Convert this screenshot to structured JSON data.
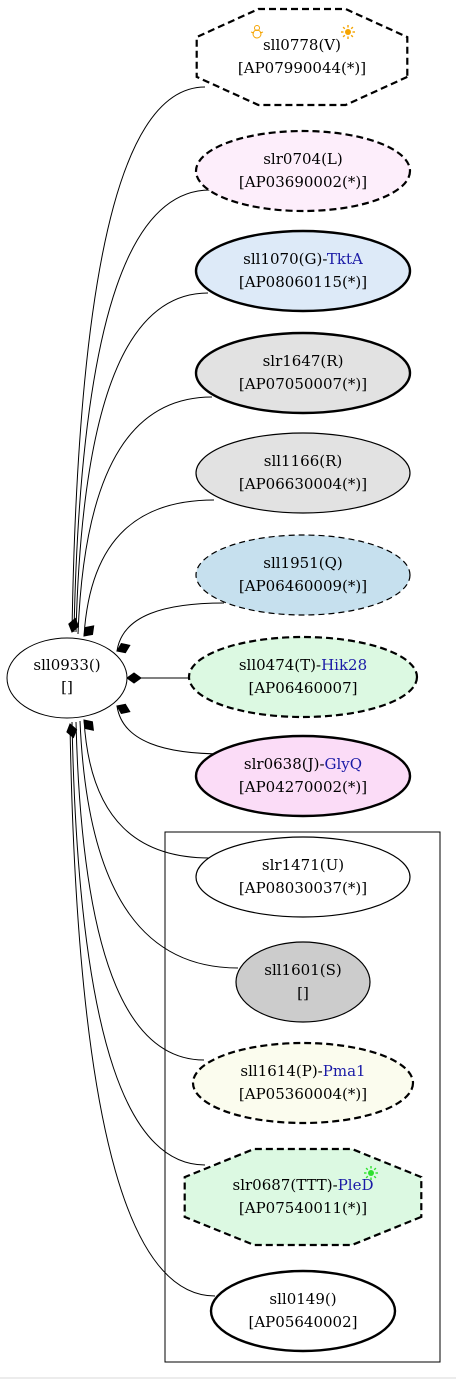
{
  "colors": {
    "gene_name": "#1a1aa6",
    "edge": "#000000",
    "sun_orange": "#f5a400",
    "sun_green": "#2ee02e"
  },
  "hub": {
    "line1": "sll0933()",
    "line2": "[]"
  },
  "nodes": [
    {
      "id": "sll0778",
      "line1": "sll0778(V)",
      "gene": "",
      "line2": "[AP07990044(*)]",
      "shape": "octagon",
      "fill": "#ffffff",
      "style": "dashed",
      "icons": [
        "snowman-icon",
        "sun-icon"
      ]
    },
    {
      "id": "slr0704",
      "line1": "slr0704(L)",
      "gene": "",
      "line2": "[AP03690002(*)]",
      "shape": "ellipse",
      "fill": "#fdeefb",
      "style": "dashed"
    },
    {
      "id": "sll1070",
      "line1": "sll1070(G)-",
      "gene": "TktA",
      "line2": "[AP08060115(*)]",
      "shape": "ellipse",
      "fill": "#ddeaf8",
      "style": "bold"
    },
    {
      "id": "slr1647",
      "line1": "slr1647(R)",
      "gene": "",
      "line2": "[AP07050007(*)]",
      "shape": "ellipse",
      "fill": "#e2e2e2",
      "style": "bold"
    },
    {
      "id": "sll1166",
      "line1": "sll1166(R)",
      "gene": "",
      "line2": "[AP06630004(*)]",
      "shape": "ellipse",
      "fill": "#e2e2e2",
      "style": "solid"
    },
    {
      "id": "sll1951",
      "line1": "sll1951(Q)",
      "gene": "",
      "line2": "[AP06460009(*)]",
      "shape": "ellipse",
      "fill": "#c6e0ee",
      "style": "dashed-thin"
    },
    {
      "id": "sll0474",
      "line1": "sll0474(T)-",
      "gene": "Hik28",
      "line2": "[AP06460007]",
      "shape": "ellipse",
      "fill": "#dcf9e2",
      "style": "dashed"
    },
    {
      "id": "slr0638",
      "line1": "slr0638(J)-",
      "gene": "GlyQ",
      "line2": "[AP04270002(*)]",
      "shape": "ellipse",
      "fill": "#fbdcf7",
      "style": "bold"
    },
    {
      "id": "slr1471",
      "line1": "slr1471(U)",
      "gene": "",
      "line2": "[AP08030037(*)]",
      "shape": "ellipse",
      "fill": "#ffffff",
      "style": "solid"
    },
    {
      "id": "sll1601",
      "line1": "sll1601(S)",
      "gene": "",
      "line2": "[]",
      "shape": "ellipse",
      "fill": "#cccccc",
      "style": "solid"
    },
    {
      "id": "sll1614",
      "line1": "sll1614(P)-",
      "gene": "Pma1",
      "line2": "[AP05360004(*)]",
      "shape": "ellipse",
      "fill": "#fbfcee",
      "style": "dashed"
    },
    {
      "id": "slr0687",
      "line1": "slr0687(TTT)-",
      "gene": "PleD",
      "line2": "[AP07540011(*)]",
      "shape": "octagon",
      "fill": "#dcf9e2",
      "style": "dashed",
      "icons": [
        "sun-icon-green"
      ]
    },
    {
      "id": "sll0149",
      "line1": "sll0149()",
      "gene": "",
      "line2": "[AP05640002]",
      "shape": "ellipse",
      "fill": "#ffffff",
      "style": "bold"
    }
  ]
}
